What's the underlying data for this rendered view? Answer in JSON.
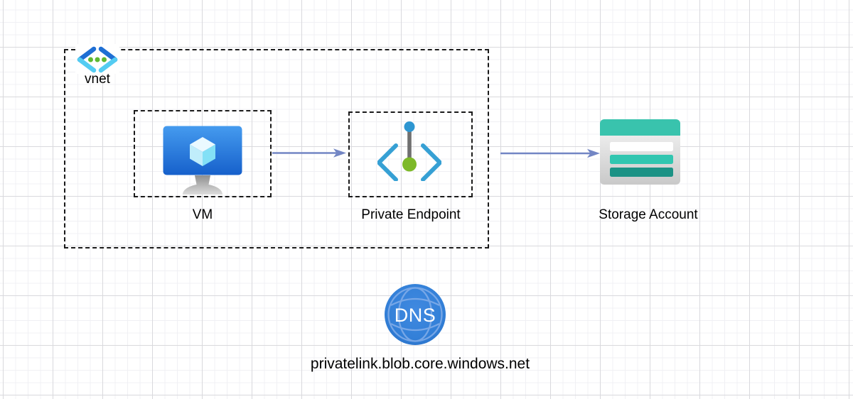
{
  "diagram": {
    "vnet": {
      "label": "vnet"
    },
    "nodes": [
      {
        "id": "vm",
        "label": "VM",
        "icon": "virtual-machine-icon"
      },
      {
        "id": "private_endpoint",
        "label": "Private Endpoint",
        "icon": "private-endpoint-icon"
      },
      {
        "id": "storage_account",
        "label": "Storage Account",
        "icon": "storage-account-icon"
      }
    ],
    "dns": {
      "icon": "dns-globe-icon",
      "icon_text": "DNS",
      "zone_label": "privatelink.blob.core.windows.net"
    },
    "connections": [
      {
        "from": "VM",
        "to": "Private Endpoint"
      },
      {
        "from": "Private Endpoint",
        "to": "Storage Account"
      }
    ]
  },
  "colors": {
    "connector": "#7285c4",
    "container_border": "#1a1a1a",
    "vnet_chevron_blue": "#1f6fd4",
    "vnet_chevron_cyan": "#54ccf2",
    "vnet_dot_green": "#5fb832",
    "vm_screen_blue_top": "#459bef",
    "vm_screen_blue_bottom": "#1660cb",
    "vm_cube_cyan": "#83e0f6",
    "pe_chevron_blue": "#36a0d4",
    "pe_circle_blue": "#2e96d1",
    "pe_circle_green": "#7db928",
    "pe_bar_gray": "#707070",
    "storage_header_teal": "#39c3ad",
    "storage_bar_teal_light": "#31c6b0",
    "storage_bar_teal_dark": "#1b9285",
    "dns_globe_blue": "#3380d8",
    "dns_line_blue": "#7fabe8"
  }
}
